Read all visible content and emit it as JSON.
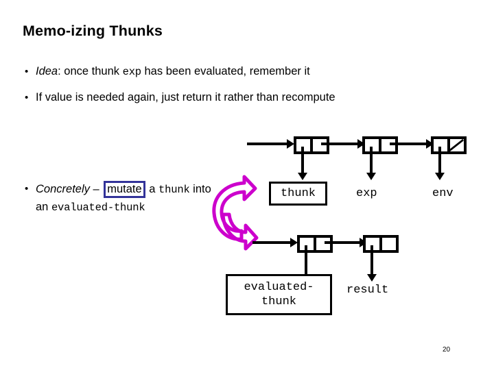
{
  "slide": {
    "title": "Memo-izing Thunks",
    "page_number": "20",
    "colors": {
      "ink": "#000000",
      "background": "#ffffff",
      "mutate_box_border": "#333399",
      "mutate_arrow": "#cc00cc"
    }
  },
  "bullets": [
    {
      "marker": "•",
      "segments": [
        {
          "text": "Idea",
          "style": "italic"
        },
        {
          "text": ": once thunk ",
          "style": "plain"
        },
        {
          "text": "exp",
          "style": "mono"
        },
        {
          "text": "  has been evaluated, remember it",
          "style": "plain"
        }
      ]
    },
    {
      "marker": "•",
      "segments": [
        {
          "text": "If value is needed again, just return it rather than recompute",
          "style": "plain"
        }
      ]
    },
    {
      "marker": "•",
      "segments": [
        {
          "text": "Concretely",
          "style": "italic"
        },
        {
          "text": " – ",
          "style": "plain"
        },
        {
          "text": "mutate",
          "style": "boxed"
        },
        {
          "text": " a ",
          "style": "plain"
        },
        {
          "text": "thunk",
          "style": "mono"
        },
        {
          "text": " into an ",
          "style": "plain"
        },
        {
          "text": "evaluated-thunk",
          "style": "mono"
        }
      ]
    }
  ],
  "diagram_top": {
    "name": "thunk-cons-chain",
    "cell_labels": [
      "thunk",
      "exp",
      "env"
    ],
    "boxed_label": "thunk",
    "plain_labels": [
      "exp",
      "env"
    ],
    "terminator": "nil-slash"
  },
  "diagram_bottom": {
    "name": "evaluated-thunk-cons-chain",
    "cell_labels": [
      "evaluated-thunk",
      "result"
    ],
    "boxed_label_line1": "evaluated-",
    "boxed_label_line2": "thunk",
    "plain_labels": [
      "result"
    ]
  },
  "annotation": {
    "name": "mutate-curved-arrow",
    "meaning": "mutate"
  }
}
